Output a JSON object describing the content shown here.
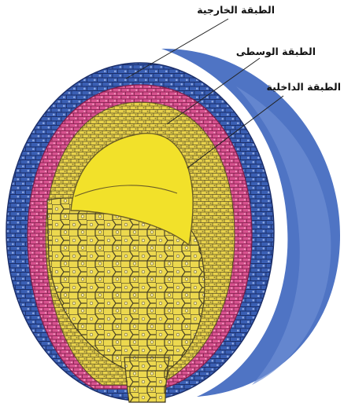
{
  "labels": {
    "outer": "الطبقة الخارجية",
    "middle": "الطبقة الوسطى",
    "inner": "الطبقة الداخلية"
  },
  "colors": {
    "outer_layer": "#3a5fb4",
    "outer_layer_dark": "#233f8e",
    "outer_shadow": "#5277c8",
    "middle_layer": "#d8528f",
    "inner_layer": "#e8d24c",
    "yolk": "#f2e12a",
    "cell_outline": "#4a4224",
    "background": "#ffffff"
  }
}
